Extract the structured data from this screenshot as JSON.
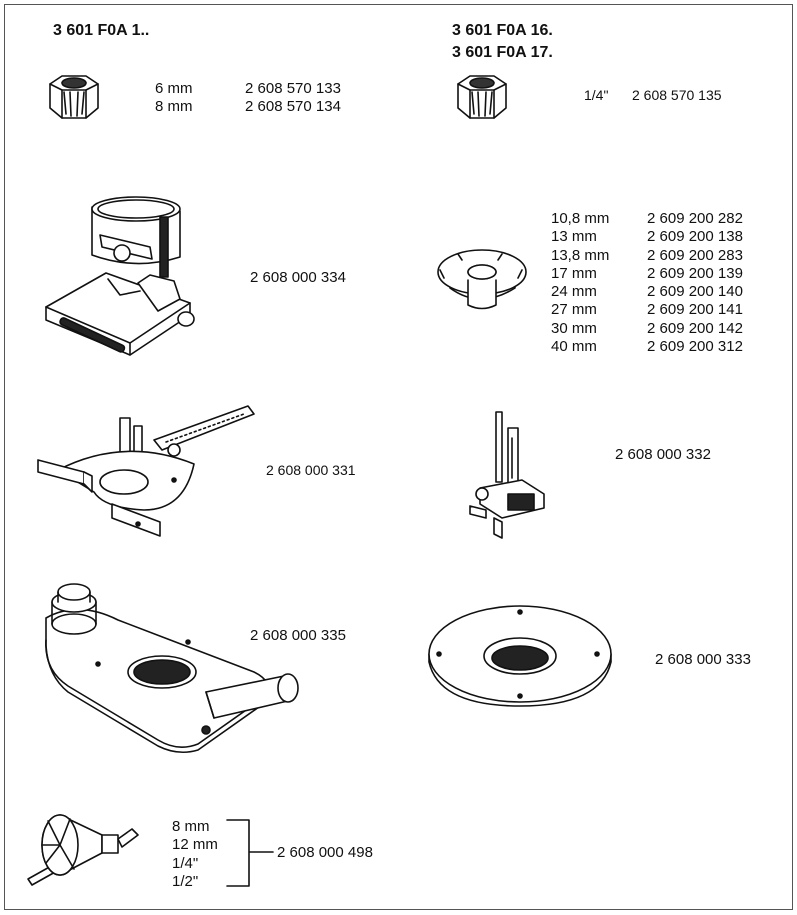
{
  "headers": {
    "left": "3 601 F0A 1..",
    "right_line1": "3 601 F0A 16.",
    "right_line2": "3 601 F0A 17."
  },
  "collet_metric": {
    "rows": [
      {
        "size": "6 mm",
        "part": "2 608 570 133"
      },
      {
        "size": "8 mm",
        "part": "2 608 570 134"
      }
    ]
  },
  "collet_inch": {
    "size": "1/4\"",
    "part": "2 608 570 135"
  },
  "trimming_base": {
    "part": "2 608 000 334"
  },
  "template_guides": {
    "rows": [
      {
        "size": "10,8 mm",
        "part": "2 609 200 282"
      },
      {
        "size": "13 mm",
        "part": "2 609 200 138"
      },
      {
        "size": "13,8 mm",
        "part": "2 609 200 283"
      },
      {
        "size": "17 mm",
        "part": "2 609 200 139"
      },
      {
        "size": "24 mm",
        "part": "2 609 200 140"
      },
      {
        "size": "27 mm",
        "part": "2 609 200 141"
      },
      {
        "size": "30 mm",
        "part": "2 609 200 142"
      },
      {
        "size": "40 mm",
        "part": "2 609 200 312"
      }
    ]
  },
  "circle_guide": {
    "part": "2 608 000 331"
  },
  "roller_guide": {
    "part": "2 608 000 332"
  },
  "offset_base": {
    "part": "2 608 000 335"
  },
  "sub_base": {
    "part": "2 608 000 333"
  },
  "centering_cone": {
    "sizes": [
      "8 mm",
      "12 mm",
      "1/4\"",
      "1/2\""
    ],
    "part": "2 608 000 498"
  }
}
